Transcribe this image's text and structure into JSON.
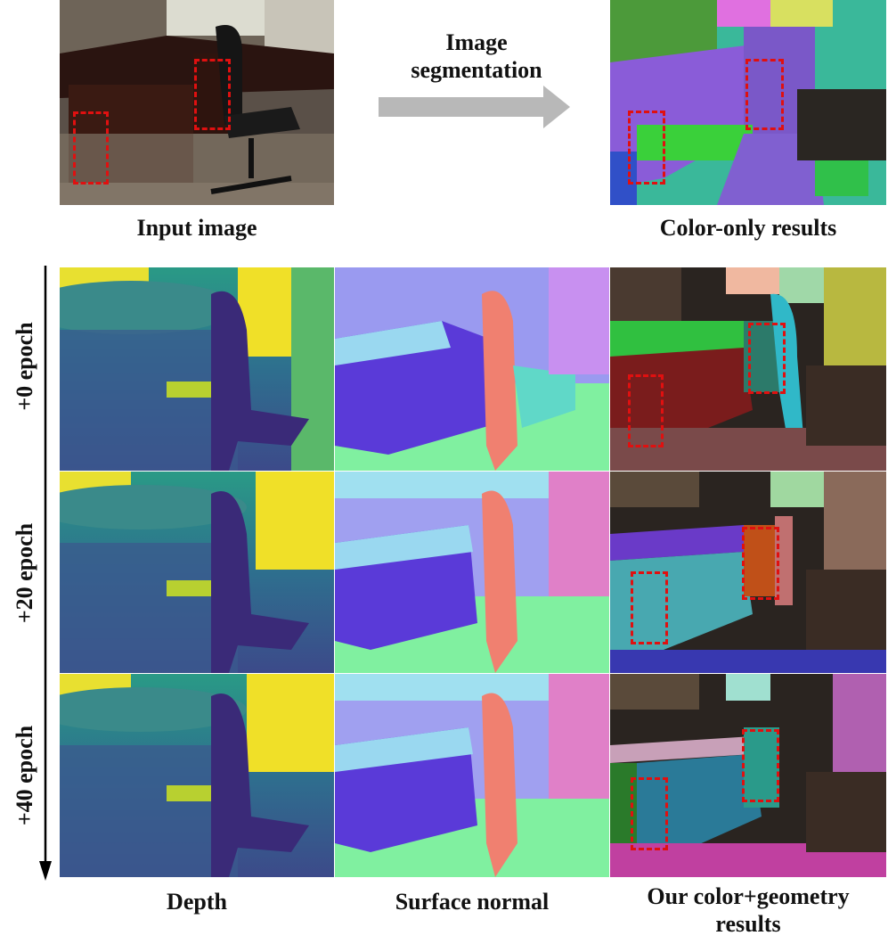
{
  "top": {
    "input_caption": "Input image",
    "arrow_label_line1": "Image",
    "arrow_label_line2": "segmentation",
    "color_only_caption": "Color-only results"
  },
  "rows": [
    {
      "label": "+0 epoch"
    },
    {
      "label": "+20 epoch"
    },
    {
      "label": "+40 epoch"
    }
  ],
  "columns": {
    "depth": "Depth",
    "normal": "Surface normal",
    "ours_line1": "Our color+geometry",
    "ours_line2": "results"
  },
  "colors": {
    "highlight_box": "#e01010",
    "arrow": "#b8b8b8"
  }
}
